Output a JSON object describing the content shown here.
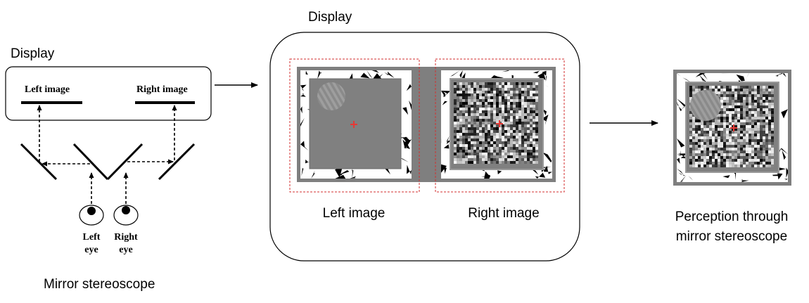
{
  "stereoscope_panel": {
    "display_label": "Display",
    "left_image_label": "Left image",
    "right_image_label": "Right image",
    "left_eye_line1": "Left",
    "left_eye_line2": "eye",
    "right_eye_line1": "Right",
    "right_eye_line2": "eye",
    "caption": "Mirror stereoscope"
  },
  "display_panel": {
    "display_label": "Display",
    "left_image_label": "Left image",
    "right_image_label": "Right image"
  },
  "perception_panel": {
    "caption_line1": "Perception through",
    "caption_line2": "mirror stereoscope"
  },
  "colors": {
    "fixation_cross": "#e53935",
    "frame_gray": "#808080",
    "dashed_box": "#d32f2f"
  },
  "icons": [
    "fixation-cross-icon",
    "eye-icon",
    "mirror-icon",
    "arrow-icon",
    "grating-patch-icon"
  ]
}
